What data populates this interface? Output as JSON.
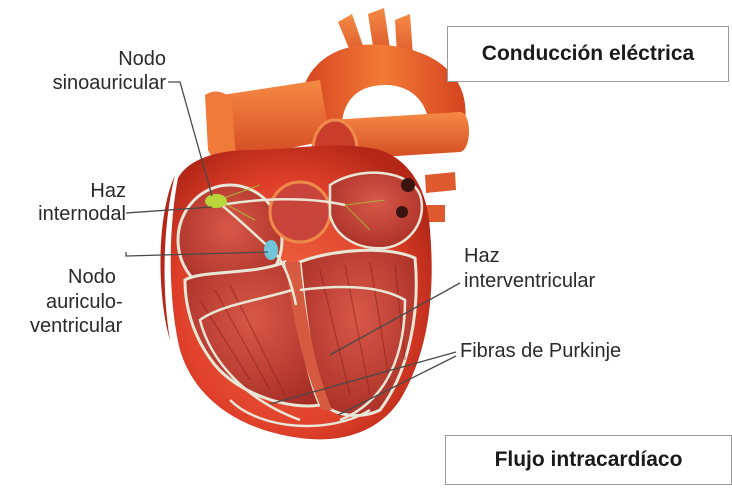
{
  "boxes": {
    "conduction": "Conducción eléctrica",
    "flow": "Flujo intracardíaco"
  },
  "labels": {
    "sa_line1": "Nodo",
    "sa_line2": "sinoauricular",
    "internodal_line1": "Haz",
    "internodal_line2": "internodal",
    "av_line1": "Nodo",
    "av_line2": "auriculo-",
    "av_line3": "ventricular",
    "interventricular_line1": "Haz",
    "interventricular_line2": "interventricular",
    "purkinje": "Fibras de Purkinje"
  },
  "colors": {
    "heart_red": "#e8452a",
    "heart_dark": "#b32a18",
    "aorta_orange": "#ef6a2c",
    "chamber_pink": "#c9443a",
    "conduction_line": "#e8e6d6",
    "sa_node": "#b9d63a",
    "av_node": "#6ec6d8",
    "leader_line": "#4a4a4a"
  }
}
